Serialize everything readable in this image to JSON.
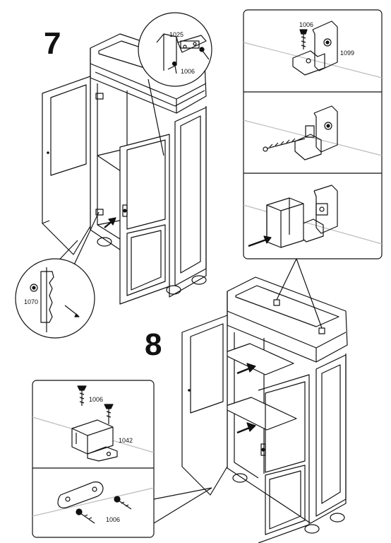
{
  "steps": {
    "step7": {
      "number": "7",
      "parts": {
        "hinge_plate": "1025",
        "hinge_screw": "1006",
        "door_handle": "1070"
      }
    },
    "step8": {
      "number": "8",
      "parts": {
        "magnet_screw_top": "1006",
        "magnet_catch": "1042",
        "plate_screw": "1006"
      }
    }
  },
  "top_right_panel": {
    "parts": {
      "screw": "1006",
      "bracket": "1099"
    }
  }
}
